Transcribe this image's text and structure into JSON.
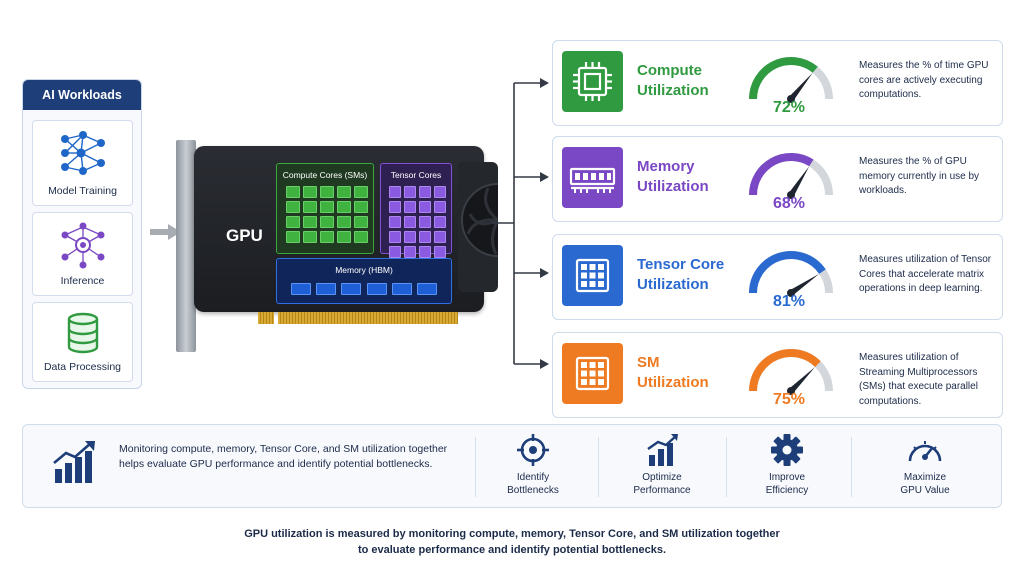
{
  "workloads": {
    "title": "AI Workloads",
    "items": [
      {
        "label": "Model Training",
        "icon": "neural-network-icon"
      },
      {
        "label": "Inference",
        "icon": "inference-network-icon"
      },
      {
        "label": "Data Processing",
        "icon": "database-icon"
      }
    ]
  },
  "gpu": {
    "label": "GPU",
    "compute_cores": "Compute Cores (SMs)",
    "tensor_cores": "Tensor Cores",
    "memory": "Memory (HBM)"
  },
  "metrics": [
    {
      "title_line1": "Compute",
      "title_line2": "Utilization",
      "value": "72%",
      "fraction": 0.72,
      "color": "#2f9a3f",
      "icon": "cpu-chip-icon",
      "desc": "Measures the % of time GPU cores are actively executing computations."
    },
    {
      "title_line1": "Memory",
      "title_line2": "Utilization",
      "value": "68%",
      "fraction": 0.68,
      "color": "#7a48c4",
      "icon": "memory-module-icon",
      "desc": "Measures the % of GPU memory currently in use by workloads."
    },
    {
      "title_line1": "Tensor Core",
      "title_line2": "Utilization",
      "value": "81%",
      "fraction": 0.81,
      "color": "#2a6ad0",
      "icon": "tensor-grid-icon",
      "desc": "Measures utilization of Tensor Cores that accelerate matrix operations in deep learning."
    },
    {
      "title_line1": "SM",
      "title_line2": "Utilization",
      "value": "75%",
      "fraction": 0.75,
      "color": "#ee7a22",
      "icon": "sm-grid-icon",
      "desc": "Measures utilization of Streaming Multiprocessors (SMs) that execute parallel computations."
    }
  ],
  "summary": {
    "text": "Monitoring compute, memory, Tensor Core, and SM utilization together helps evaluate GPU performance and identify potential bottlenecks.",
    "icon": "growth-chart-icon"
  },
  "benefits": [
    {
      "line1": "Identify",
      "line2": "Bottlenecks",
      "icon": "target-icon"
    },
    {
      "line1": "Optimize",
      "line2": "Performance",
      "icon": "bar-chart-icon"
    },
    {
      "line1": "Improve",
      "line2": "Efficiency",
      "icon": "gear-icon"
    },
    {
      "line1": "Maximize",
      "line2": "GPU Value",
      "icon": "speedometer-icon"
    }
  ],
  "footer": {
    "line1": "GPU utilization is measured by monitoring compute, memory, Tensor Core, and SM utilization together",
    "line2": "to evaluate performance and identify potential bottlenecks."
  },
  "colors": {
    "navy": "#1d3e78",
    "green": "#2f9a3f",
    "purple": "#7a48c4",
    "blue": "#2a6ad0",
    "orange": "#ee7a22"
  }
}
